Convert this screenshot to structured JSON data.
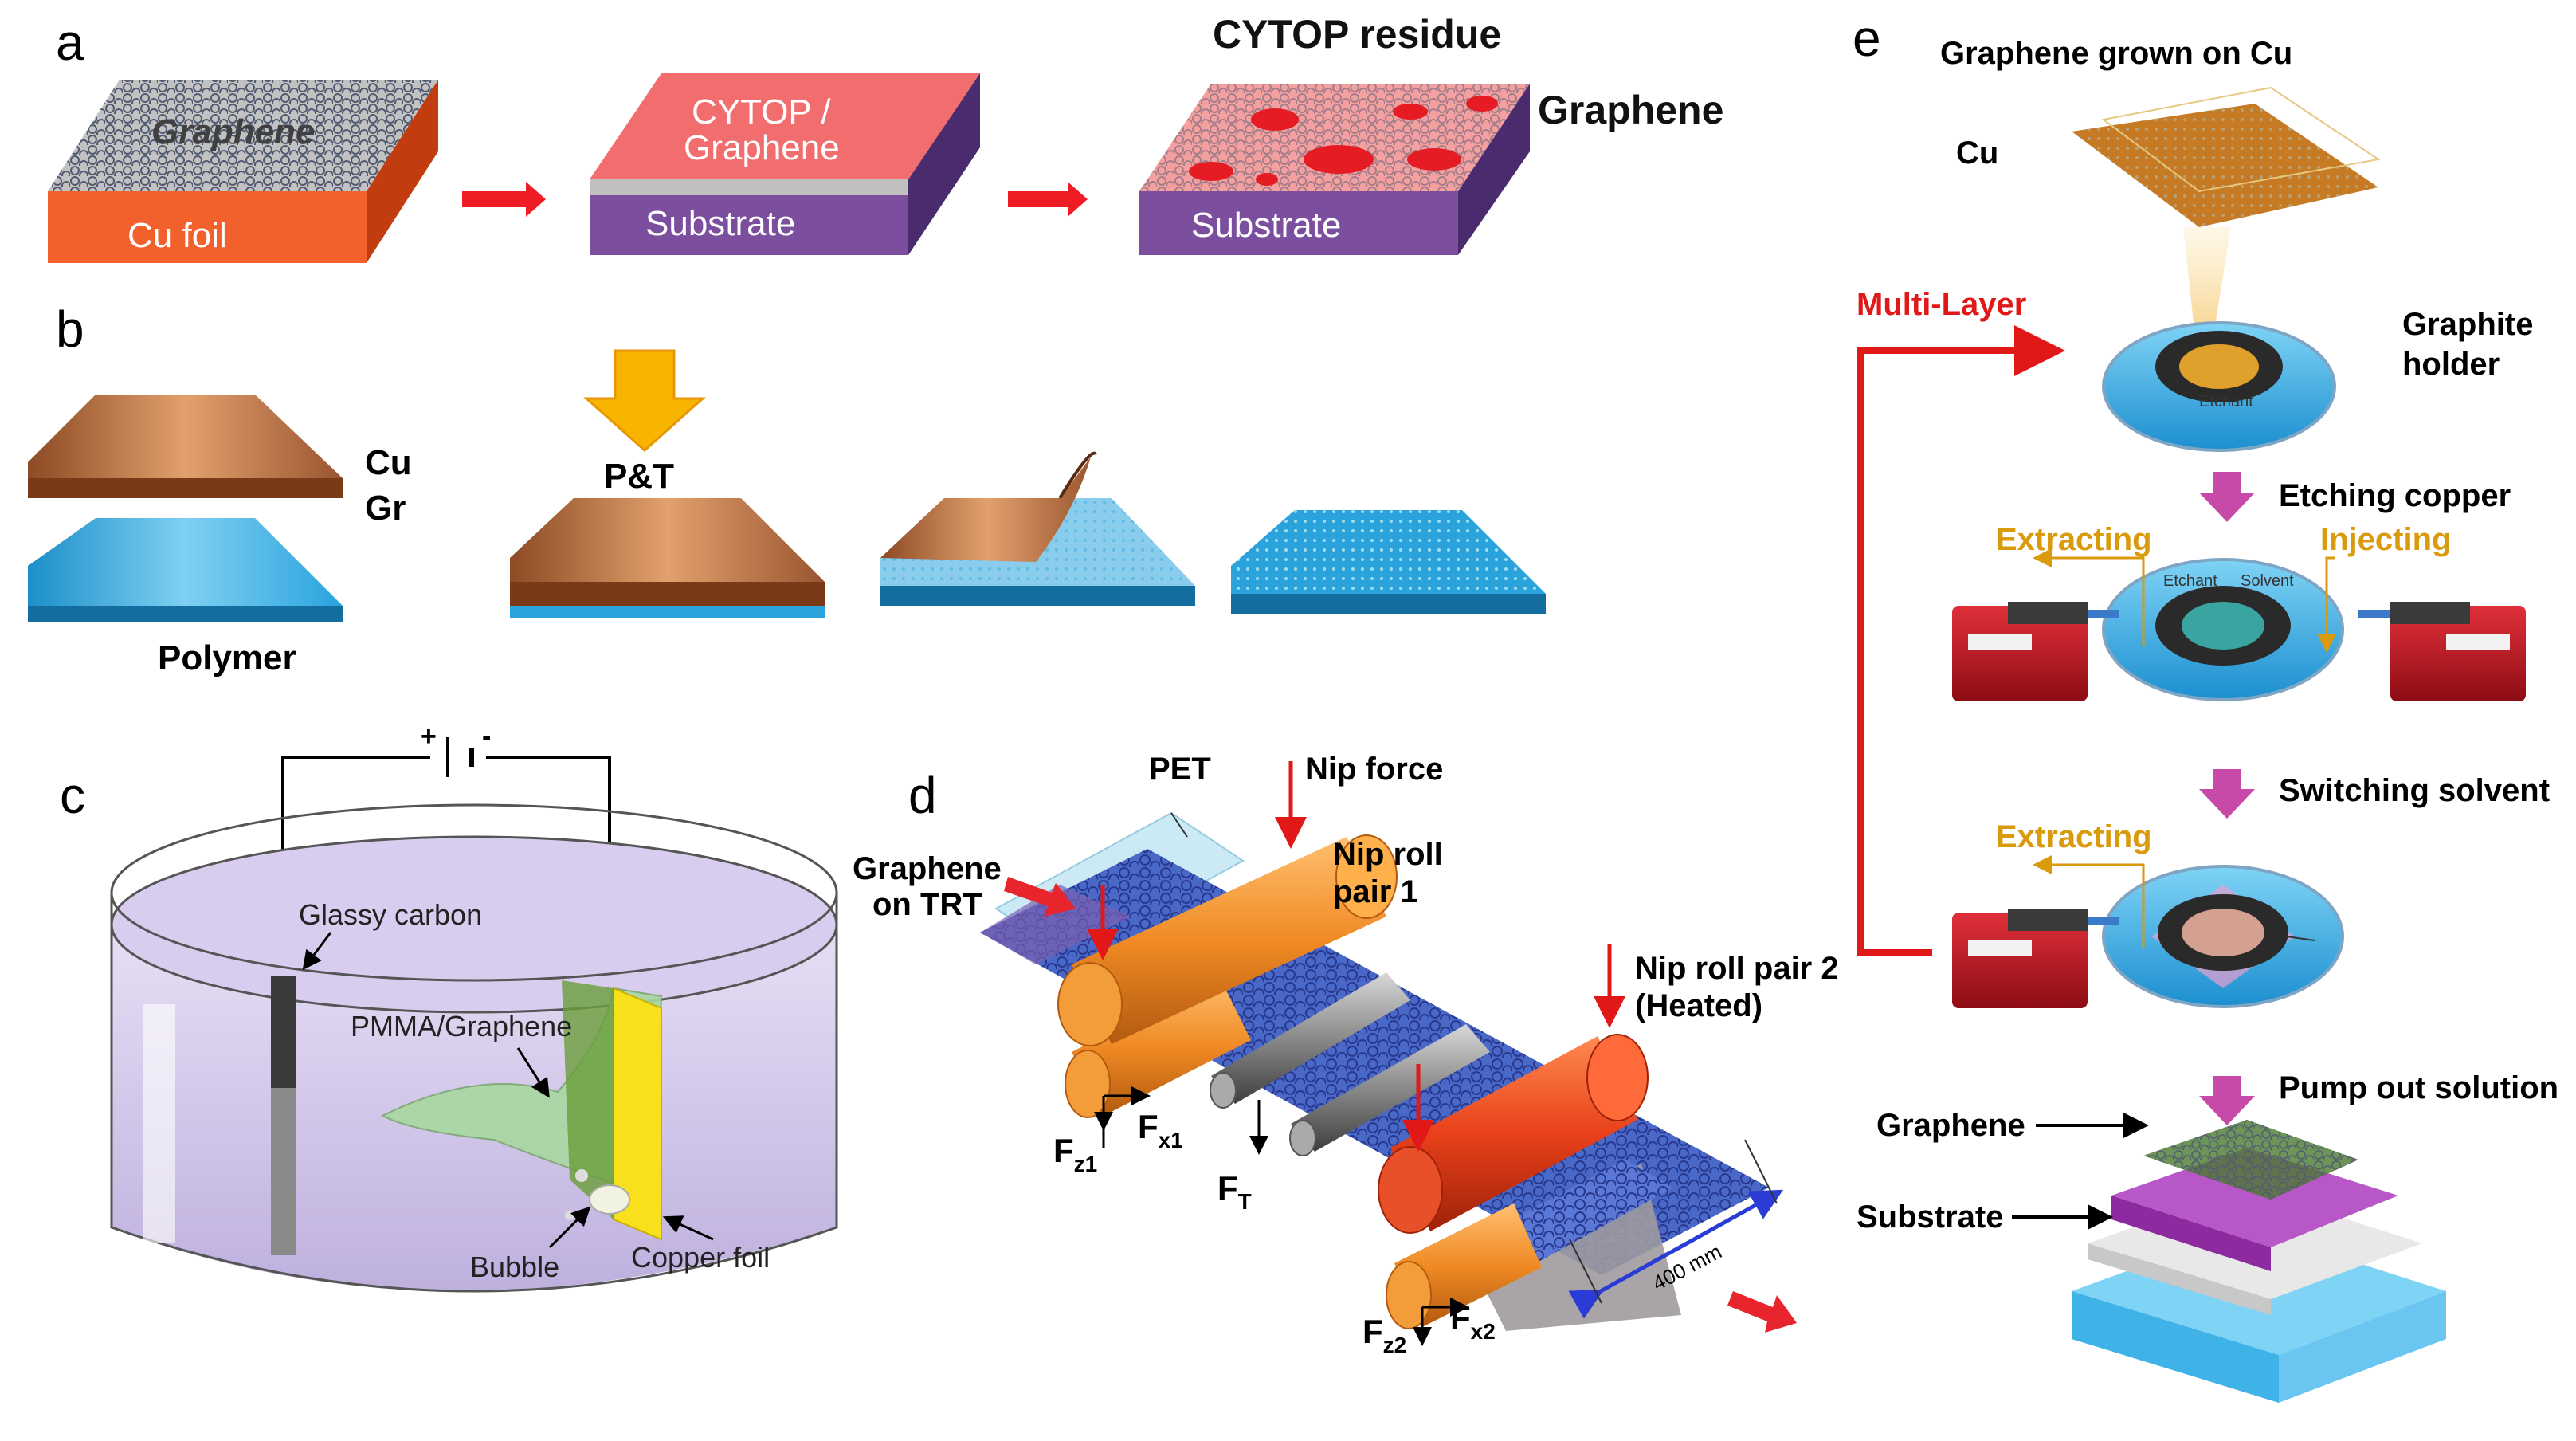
{
  "panels": {
    "a": {
      "letter": "a",
      "cu_layer": "Cu foil",
      "graphene_overlay": "Graphene",
      "stack_top": "CYTOP /",
      "stack_top2": "Graphene",
      "substrate1": "Substrate",
      "substrate2": "Substrate",
      "residue": "CYTOP residue",
      "graphene_label": "Graphene"
    },
    "b": {
      "letter": "b",
      "cu": "Cu",
      "gr": "Gr",
      "polymer": "Polymer",
      "pt": "P&T"
    },
    "c": {
      "letter": "c",
      "plus": "+",
      "minus": "-",
      "glassy_carbon": "Glassy carbon",
      "pmma_graphene": "PMMA/Graphene",
      "bubble": "Bubble",
      "copper_foil": "Copper foil"
    },
    "d": {
      "letter": "d",
      "pet": "PET",
      "nip_force": "Nip force",
      "graphene_on": "Graphene",
      "on_trt": "on TRT",
      "nip_roll_1a": "Nip roll",
      "nip_roll_1b": "pair 1",
      "nip_roll_2a": "Nip roll pair 2",
      "nip_roll_2b": "(Heated)",
      "fz1": "F",
      "fz1_sub": "z1",
      "fx1": "F",
      "fx1_sub": "x1",
      "ft": "F",
      "ft_sub": "T",
      "fz2": "F",
      "fz2_sub": "z2",
      "fx2": "F",
      "fx2_sub": "x2",
      "width": "400 mm"
    },
    "e": {
      "letter": "e",
      "grown": "Graphene grown on Cu",
      "cu": "Cu",
      "multilayer": "Multi-Layer",
      "graphite1": "Graphite",
      "graphite2": "holder",
      "etchant_small": "Etchant",
      "etching": "Etching copper",
      "extracting1": "Extracting",
      "injecting": "Injecting",
      "etchant_small2": "Etchant",
      "solvent_small": "Solvent",
      "switching": "Switching solvent",
      "extracting2": "Extracting",
      "pump": "Pump out solution",
      "graphene": "Graphene",
      "substrate": "Substrate"
    }
  },
  "colors": {
    "cu_orange": "#f2602b",
    "cytop_pink": "#f26d6d",
    "substrate_purple": "#7b4f9e",
    "arrow_red": "#ee1c24",
    "copper": "#c87040",
    "polymer_blue": "#2fa6dc",
    "pt_yellow": "#f7b500",
    "roller_orange": "#f08a24",
    "graphene_blue": "#4a68c8",
    "extract_gold": "#d99a0c",
    "multilayer_red": "#e01818",
    "process_pink": "#c84aa8",
    "pump_red": "#b2121a"
  }
}
